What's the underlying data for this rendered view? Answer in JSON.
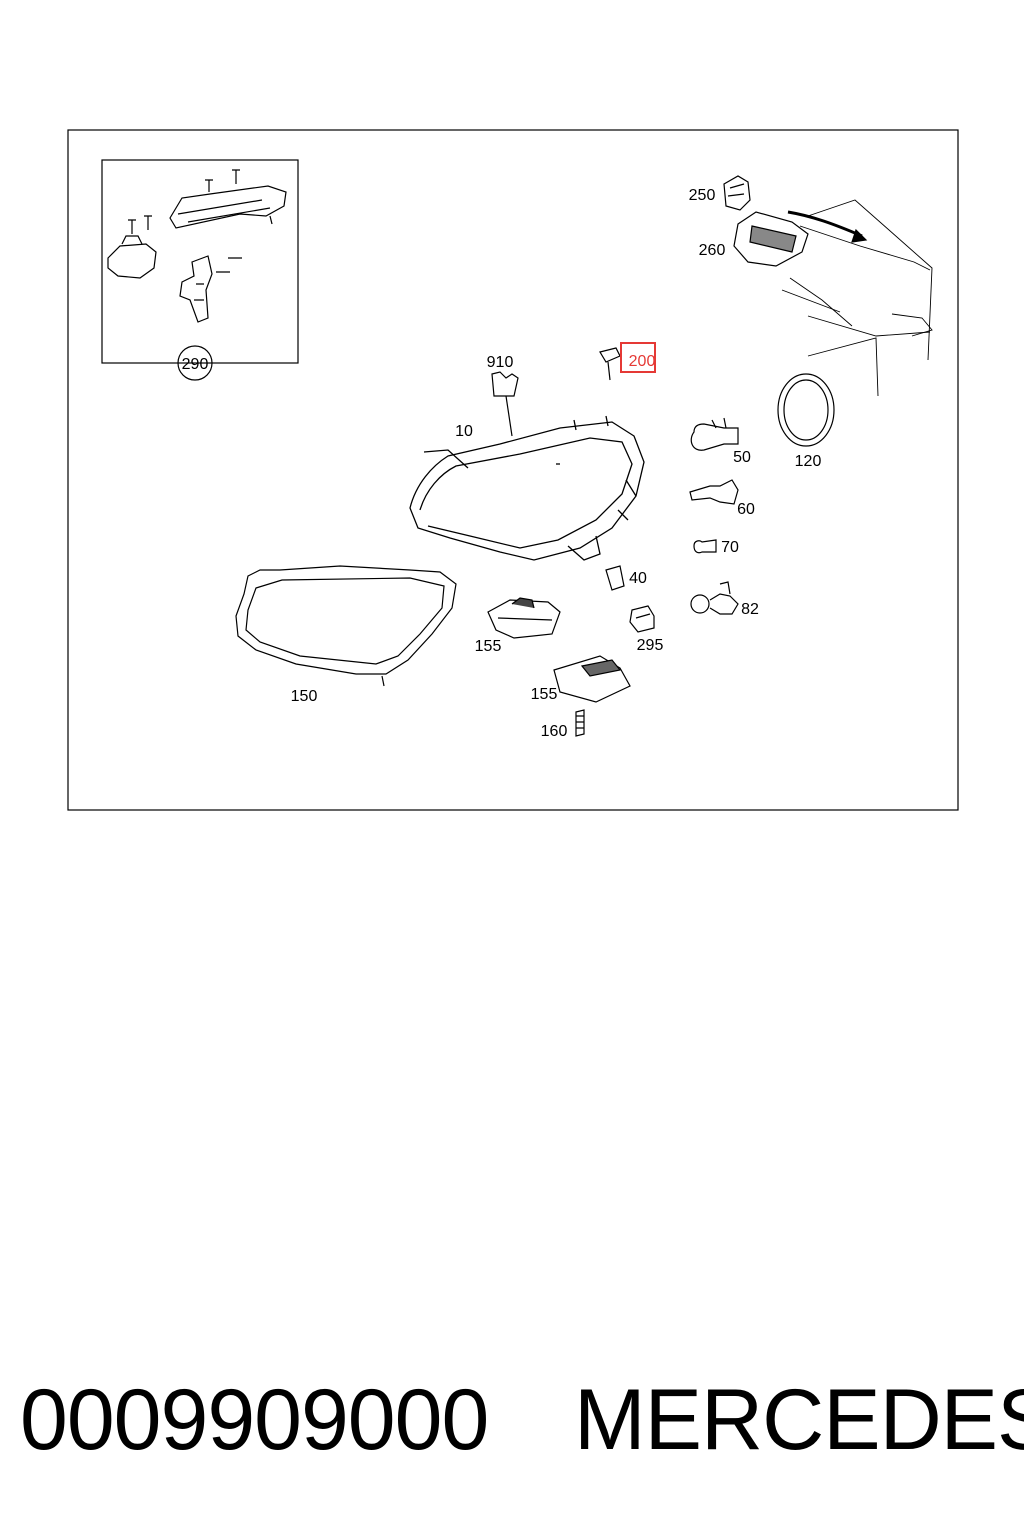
{
  "diagram": {
    "callouts": [
      {
        "id": "290",
        "text": "290"
      },
      {
        "id": "250",
        "text": "250"
      },
      {
        "id": "260",
        "text": "260"
      },
      {
        "id": "910",
        "text": "910"
      },
      {
        "id": "200",
        "text": "200",
        "highlighted": true
      },
      {
        "id": "10",
        "text": "10"
      },
      {
        "id": "50",
        "text": "50"
      },
      {
        "id": "120",
        "text": "120"
      },
      {
        "id": "60",
        "text": "60"
      },
      {
        "id": "70",
        "text": "70"
      },
      {
        "id": "40",
        "text": "40"
      },
      {
        "id": "82",
        "text": "82"
      },
      {
        "id": "155a",
        "text": "155"
      },
      {
        "id": "295",
        "text": "295"
      },
      {
        "id": "150",
        "text": "150"
      },
      {
        "id": "155b",
        "text": "155"
      },
      {
        "id": "160",
        "text": "160"
      }
    ],
    "highlight_color": "#e53935"
  },
  "footer": {
    "part_number": "0009909000",
    "brand": "MERCEDES"
  }
}
